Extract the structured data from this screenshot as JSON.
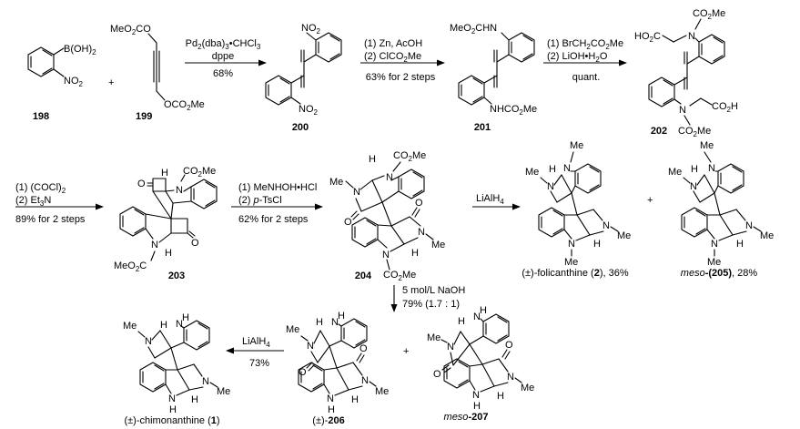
{
  "compounds": {
    "c198": {
      "id": "198",
      "sub1": "B(OH)",
      "sub1_sub": "2",
      "sub2": "NO",
      "sub2_sub": "2"
    },
    "c199": {
      "id": "199",
      "top": "MeO",
      "top2": "C",
      "top3": "O",
      "bottom": "OCO",
      "bottom_sub": "Me",
      "bottom_sub2": "2"
    },
    "c200": {
      "id": "200",
      "no2": "NO2"
    },
    "c201": {
      "id": "201",
      "top": "MeO2CHN",
      "bottom": "NHCO2Me"
    },
    "c202": {
      "id": "202",
      "a": "HO2C",
      "b": "CO2Me",
      "c": "CO2H",
      "d": "CO2Me",
      "n": "N"
    },
    "c203": {
      "id": "203",
      "a": "CO2Me",
      "b": "MeO2C",
      "o": "O",
      "n": "N",
      "h": "H"
    },
    "c204": {
      "id": "204",
      "a": "CO2Me",
      "b": "CO2Me",
      "me": "Me",
      "n": "N",
      "o": "O",
      "h": "H"
    },
    "c2": {
      "name": "(±)-folicanthine (",
      "num": "2",
      "tail": "), 36%"
    },
    "c205": {
      "name": "meso",
      "num": "-(205)",
      "tail": ", 28%"
    },
    "c206": {
      "name": "(±)-",
      "num": "206"
    },
    "c207": {
      "name": "meso",
      "num": "-207"
    },
    "c1": {
      "name": "(±)-chimonanthine (",
      "num": "1",
      "tail": ")"
    }
  },
  "plus": "+",
  "arrows": {
    "a1": {
      "line1": "Pd2(dba)3•CHCl3",
      "line2": "dppe",
      "line3": "68%"
    },
    "a2": {
      "line1": "(1) Zn, AcOH",
      "line2": "(2) ClCO2Me",
      "line3": "63% for 2 steps"
    },
    "a3": {
      "line1": "(1) BrCH2CO2Me",
      "line2": "(2) LiOH•H2O",
      "line3": "quant."
    },
    "a4": {
      "line1": "(1) (COCl)2",
      "line2": "(2) Et3N",
      "line3": "89% for 2 steps"
    },
    "a5": {
      "line1": "(1) MeNHOH•HCl",
      "line2": "(2) p-TsCl",
      "line3": "62% for 2 steps"
    },
    "a6": {
      "line1": "LiAlH4"
    },
    "a7": {
      "line1": "5 mol/L NaOH",
      "line2": "79% (1.7 : 1)"
    },
    "a8": {
      "line1": "LiAlH4",
      "line2": "73%"
    }
  }
}
